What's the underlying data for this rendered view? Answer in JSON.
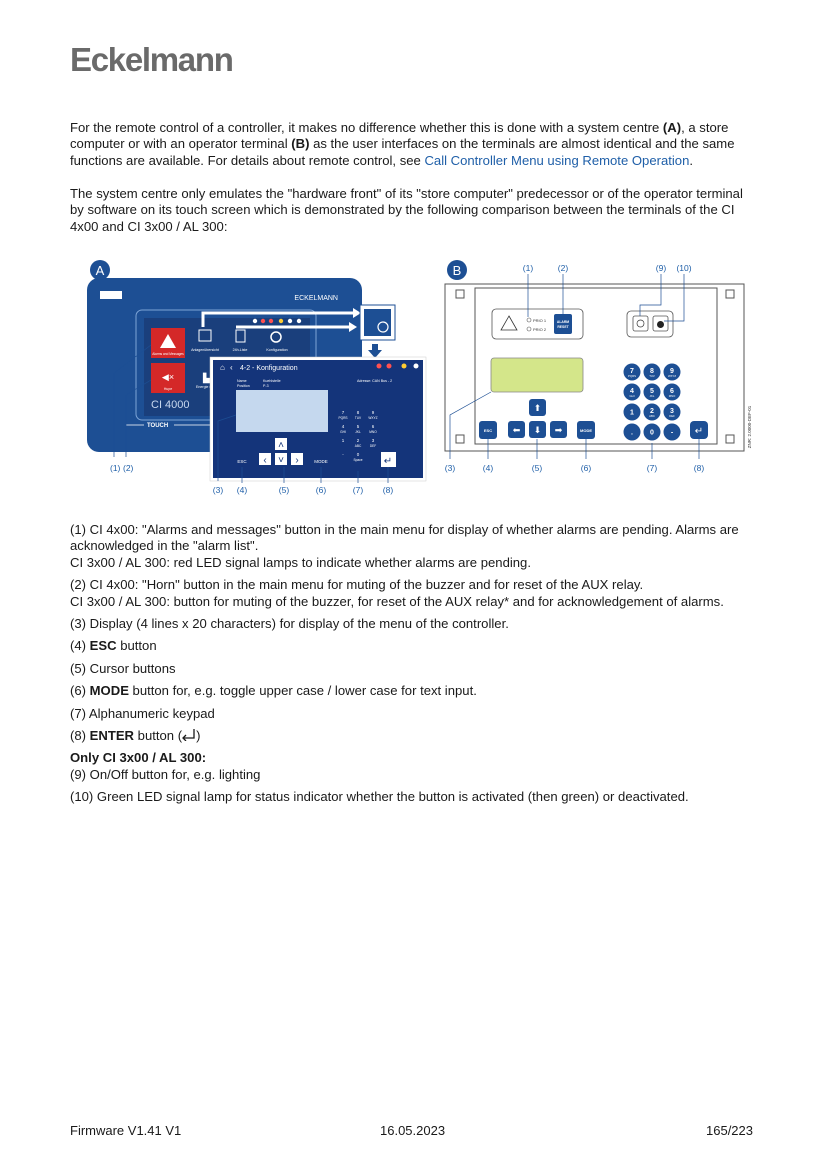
{
  "header": {
    "logo": "Eckelmann"
  },
  "intro": {
    "p1_a": "For the remote control of a controller, it makes no difference whether this is done with a system centre ",
    "p1_A": "(A)",
    "p1_b": ", a store computer or with an operator terminal ",
    "p1_B": "(B)",
    "p1_c": " as the user interfaces on the terminals are almost identical and the same functions are available. For details about remote control, see ",
    "p1_link": "Call Controller Menu using Remote Operation",
    "p1_end": ".",
    "p2": "The system centre only emulates the \"hardware front\" of its \"store computer\" predecessor or of the operator terminal by software on its touch screen which is demonstrated by the following comparison between the terminals of the CI 4x00 and CI 3x00 / AL 300:"
  },
  "figure": {
    "label_a": "A",
    "label_b": "B",
    "a_brand": "ECKELMANN",
    "a_model": "CI 4000",
    "a_touch": "TOUCH",
    "a_menu_alarms": "Alarms and Messages",
    "a_menu_overview": "Anlagenübersicht",
    "a_menu_24h": "24h-Liste",
    "a_menu_config": "Konfiguration",
    "a_menu_horn": "Hupe",
    "a_menu_energy": "Energie management",
    "a_screen_title": "4-2 - Konfiguration",
    "a_screen_name_label": "Name",
    "a_screen_name_value": "Kuehlstelle",
    "a_screen_pos_label": "Position",
    "a_screen_pos_value": "P-3",
    "a_screen_addr": "Adresse: CAN Bus - 2",
    "a_esc": "ESC",
    "a_mode": "MODE",
    "a_keys": [
      "7",
      "8",
      "9",
      "4",
      "5",
      "6",
      "1",
      "2",
      "3",
      "-",
      "0",
      ""
    ],
    "a_keys_sub": [
      "PQRS",
      "TUV",
      "WXYZ",
      "GHI",
      "JKL",
      "MNO",
      "",
      "ABC",
      "DEF",
      "",
      "Space",
      ""
    ],
    "a_callouts_left": [
      "(1)",
      "(2)"
    ],
    "a_callouts_bottom": [
      "(3)",
      "(4)",
      "(5)",
      "(6)",
      "(7)",
      "(8)"
    ],
    "b_callouts_top": [
      "(1)",
      "(2)",
      "(9)",
      "(10)"
    ],
    "b_callouts_bottom": [
      "(3)",
      "(4)",
      "(5)",
      "(6)",
      "(7)",
      "(8)"
    ],
    "b_prio1": "PRIO 1",
    "b_prio2": "PRIO 2",
    "b_alarm_reset_1": "ALARM",
    "b_alarm_reset_2": "RESET",
    "b_esc": "ESC",
    "b_mode": "MODE",
    "b_keys": [
      "7",
      "8",
      "9",
      "4",
      "5",
      "6",
      "1",
      "2",
      "3",
      ".",
      "0",
      "-"
    ],
    "b_keys_sub": [
      "PQRS",
      "TUV",
      "WXYZ",
      "GHI",
      "JKL",
      "MNO",
      "",
      "ABC",
      "DEF",
      "",
      "",
      ""
    ],
    "b_side_code": "ZNR: 2.0000-DEF-01"
  },
  "items": {
    "i1a": "(1) CI 4x00: \"Alarms and messages\" button in the main menu for display of whether alarms are pending. Alarms are acknowledged in the \"alarm list\".",
    "i1b": "CI 3x00 / AL 300: red LED signal lamps to indicate whether alarms are pending.",
    "i2a": "(2) CI 4x00: \"Horn\" button in the main menu for muting of the buzzer and for reset of the AUX relay.",
    "i2b": "CI 3x00 / AL 300: button for muting of the buzzer, for reset of the AUX relay* and for acknowledgement of alarms.",
    "i3": "(3) Display (4 lines x 20 characters) for display of the menu of the controller.",
    "i4_pre": "(4) ",
    "i4_bold": "ESC",
    "i4_post": " button",
    "i5": "(5) Cursor buttons",
    "i6_pre": "(6) ",
    "i6_bold": "MODE",
    "i6_post": " button for, e.g. toggle upper case / lower case for text input.",
    "i7": "(7) Alphanumeric keypad",
    "i8_pre": "(8) ",
    "i8_bold": "ENTER",
    "i8_post": " button (",
    "i8_close": ")",
    "only_heading": "Only CI 3x00 / AL 300:",
    "i9": "(9) On/Off button for, e.g. lighting",
    "i10": "(10) Green LED signal lamp for status indicator whether the button is activated (then green) or deactivated."
  },
  "footer": {
    "firmware": "Firmware V1.41 V1",
    "date": "16.05.2023",
    "page": "165/223"
  },
  "colors": {
    "panel_blue": "#1d4f94",
    "link": "#1f5fa8",
    "display_green": "#d4e68a",
    "alarm_red": "#d42828"
  }
}
